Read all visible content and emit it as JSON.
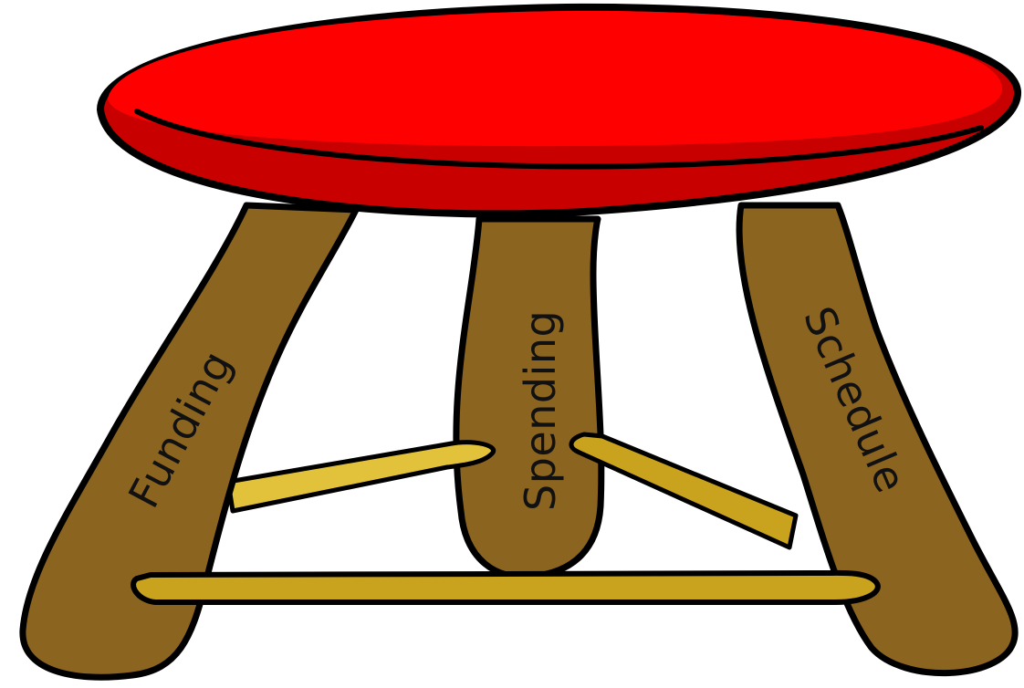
{
  "stool": {
    "legs": [
      {
        "id": "funding",
        "label": "Funding"
      },
      {
        "id": "spending",
        "label": "Spending"
      },
      {
        "id": "schedule",
        "label": "Schedule"
      }
    ]
  },
  "colors": {
    "seat_top": "#ff0000",
    "seat_rim": "#c80000",
    "leg": "#8b6420",
    "rung": "#c9a21e",
    "rung_light": "#e2c23a",
    "outline": "#000000",
    "background": "#ffffff"
  }
}
